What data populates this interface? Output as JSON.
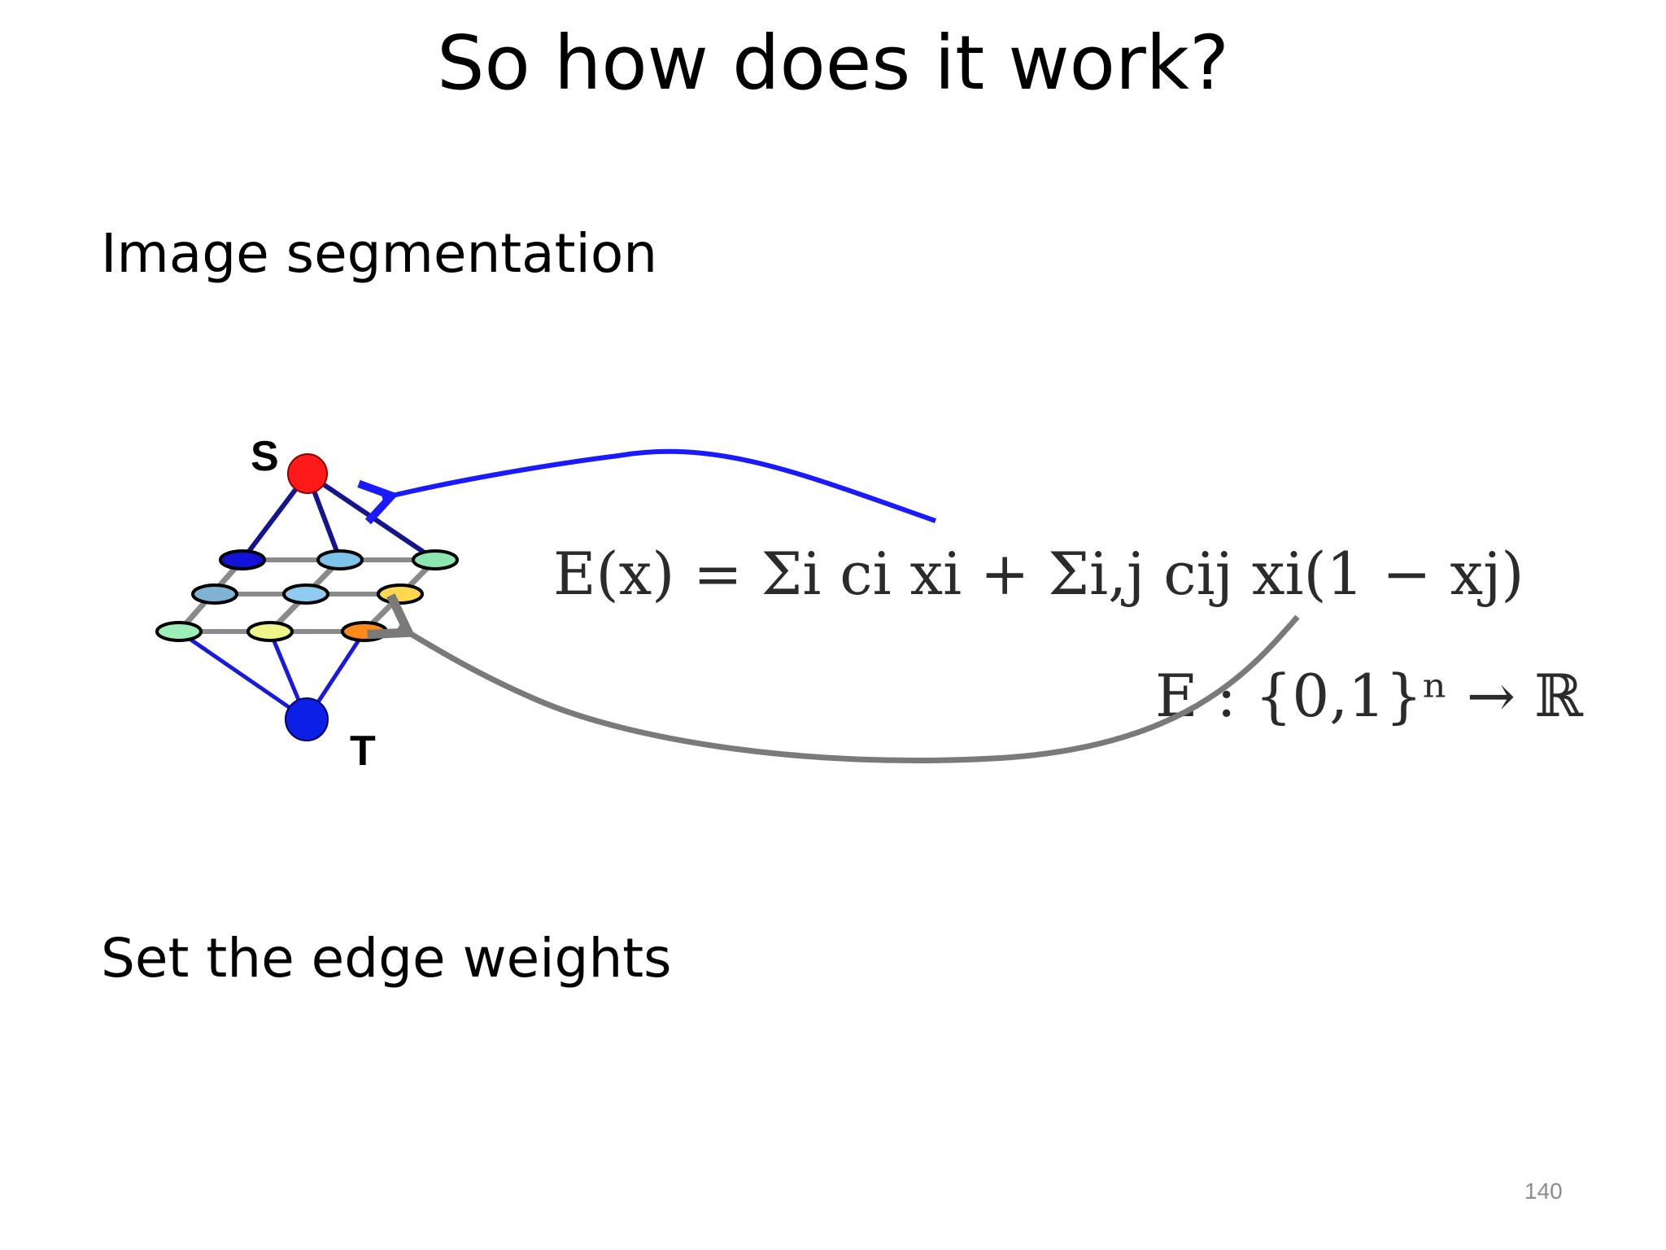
{
  "slide": {
    "title": "So how does it work?",
    "subtitle": "Image segmentation",
    "caption": "Set the edge weights",
    "page_number": "140"
  },
  "graph": {
    "source_label": "S",
    "sink_label": "T",
    "source_color": "#ff1a1a",
    "sink_color": "#0b1fe6",
    "terminal_edge_color": "#1a1aff",
    "grid_edge_color": "#808080",
    "pixel_colors": [
      [
        "#1212d8",
        "#7ec3ea",
        "#8be6b0"
      ],
      [
        "#7fb3d4",
        "#8fcaf0",
        "#ffd850"
      ],
      [
        "#9cefb6",
        "#f0f58a",
        "#ff8a1a"
      ]
    ]
  },
  "equation": {
    "energy": "E(x) = Σi ci xi + Σi,j cij xi(1 − xj)",
    "domain": "E : {0,1}ⁿ → ℝ"
  },
  "arrows": {
    "energy_to_source_color": "#1a1aff",
    "energy_to_grid_color": "#7a7a7a"
  }
}
